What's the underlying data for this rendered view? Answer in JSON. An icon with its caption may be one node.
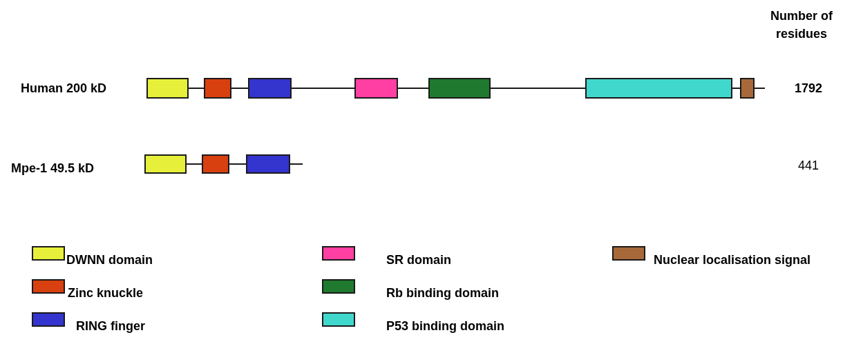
{
  "diagram": {
    "nodes": [
      {
        "text": [],
        "shape": "box"
      },
      {
        "text": [],
        "shape": "box"
      },
      {
        "text": [],
        "shape": "box"
      },
      {
        "text": [],
        "shape": "box"
      },
      {
        "text": [],
        "shape": "box"
      },
      {
        "text": [],
        "shape": "box"
      },
      {
        "text": [],
        "shape": "box"
      },
      {
        "text": [],
        "shape": "box"
      },
      {
        "text": [],
        "shape": "box"
      },
      {
        "text": [],
        "shape": "box"
      }
    ],
    "edges": [
      {
        "from": 0,
        "to": 1,
        "arrow": "none"
      },
      {
        "from": 1,
        "to": 2,
        "arrow": "none"
      },
      {
        "from": 2,
        "to": 3,
        "arrow": "none"
      },
      {
        "from": 3,
        "to": 4,
        "arrow": "none"
      },
      {
        "from": 4,
        "to": 5,
        "arrow": "none"
      },
      {
        "from": 5,
        "to": 6,
        "arrow": "none"
      },
      {
        "from": 6,
        "to": null,
        "arrow": "none"
      },
      {
        "from": 7,
        "to": 8,
        "arrow": "none"
      },
      {
        "from": 8,
        "to": 9,
        "arrow": "none"
      },
      {
        "from": 9,
        "to": null,
        "arrow": "none"
      }
    ],
    "labels": [
      "Number of residues",
      "Human 200 kD",
      "1792",
      "Mpe-1 49.5 kD",
      "441"
    ],
    "legend": [
      {
        "text": "DWNN domain",
        "color": "#e6f03a"
      },
      {
        "text": "SR domain",
        "color": "#ff3fa2"
      },
      {
        "text": "Nuclear localisation signal",
        "color": "#a8693a"
      },
      {
        "text": "Zinc knuckle",
        "color": "#d8400f"
      },
      {
        "text": "Rb binding domain",
        "color": "#1f7a30"
      },
      {
        "text": "RING finger",
        "color": "#3434cf"
      },
      {
        "text": "P53 binding domain",
        "color": "#40d8cc"
      }
    ]
  }
}
